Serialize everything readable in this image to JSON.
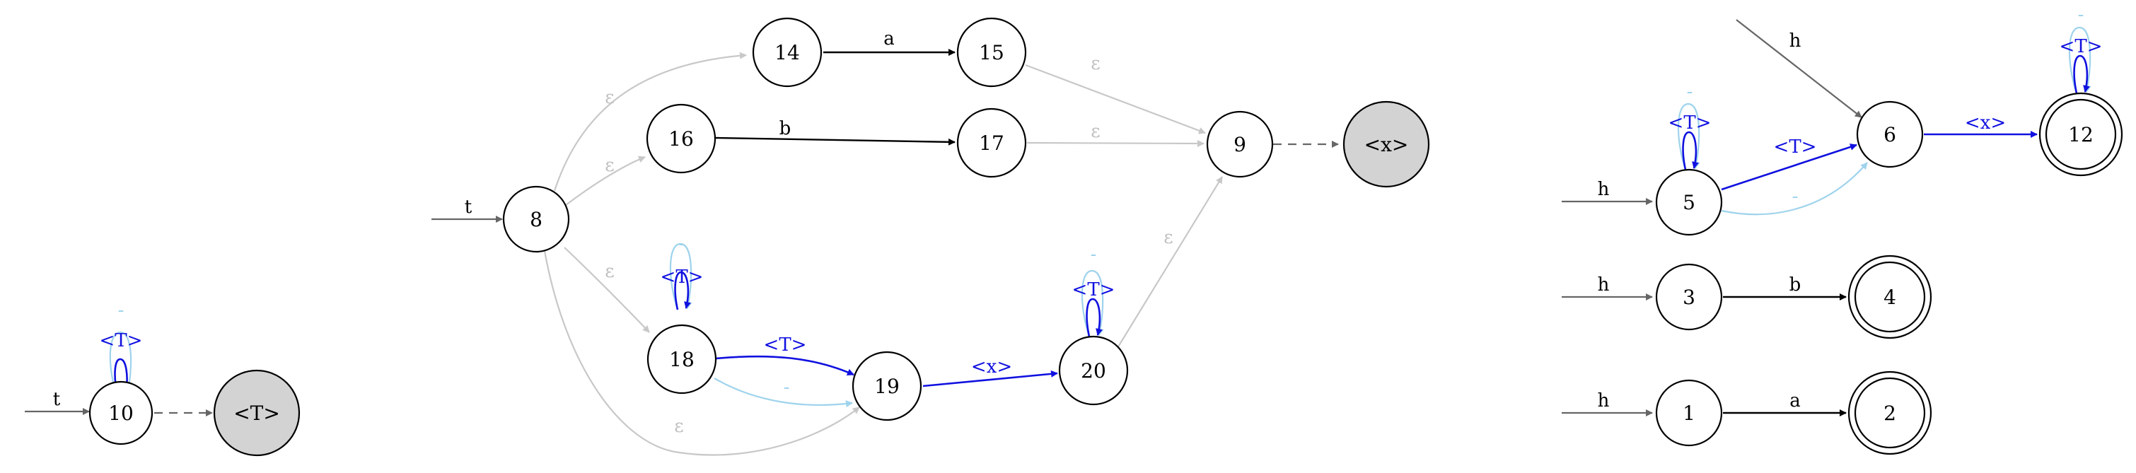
{
  "colors": {
    "black": "#000000",
    "gray_edge": "#c8c8c8",
    "dark_gray": "#666666",
    "blue": "#1010e0",
    "light_blue": "#9fd3ec",
    "token_fill": "#d3d3d3"
  },
  "nodes": {
    "n10": "10",
    "tok_T": "<T>",
    "n8": "8",
    "n14": "14",
    "n15": "15",
    "n16": "16",
    "n17": "17",
    "n9": "9",
    "tok_x": "<x>",
    "n18": "18",
    "n19": "19",
    "n20": "20",
    "n5": "5",
    "n6": "6",
    "n12": "12",
    "n3": "3",
    "n4": "4",
    "n1": "1",
    "n2": "2"
  },
  "edges": {
    "start_10": "t",
    "self10_T": "<T>",
    "self10_dash": "-",
    "start_8": "t",
    "e_8_14": "ε",
    "e_8_16": "ε",
    "e_8_18": "ε",
    "e_8_19": "ε",
    "e_14_15": "a",
    "e_16_17": "b",
    "e_15_9": "ε",
    "e_17_9": "ε",
    "e_20_9": "ε",
    "self18_T": "<T>",
    "self18_dash": "-",
    "e_18_19_T": "<T>",
    "e_18_19_dash": "-",
    "e_19_20": "<x>",
    "self20_T": "<T>",
    "self20_dash": "-",
    "start_5": "h",
    "start_6": "h",
    "self5_T": "<T>",
    "self5_dash": "-",
    "e_5_6_T": "<T>",
    "e_5_6_dash": "-",
    "e_6_12": "<x>",
    "self12_T": "<T>",
    "self12_dash": "-",
    "start_3": "h",
    "e_3_4": "b",
    "start_1": "h",
    "e_1_2": "a"
  }
}
